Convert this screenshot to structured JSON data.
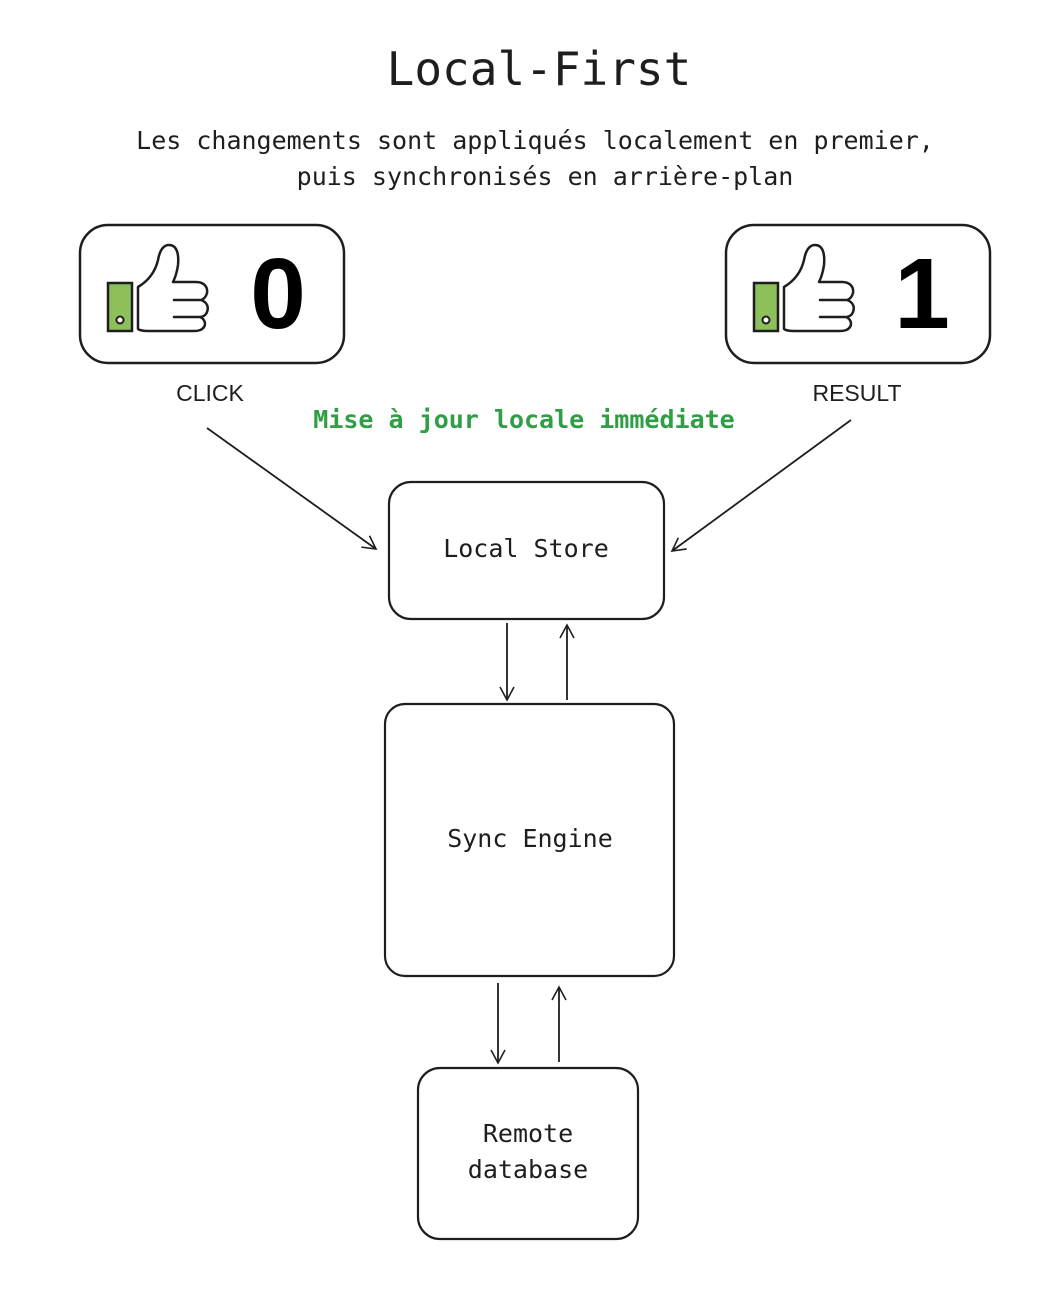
{
  "title": "Local-First",
  "subtitle": {
    "line1": "Les changements sont appliqués localement en premier,",
    "line2": "puis synchronisés en arrière-plan"
  },
  "like_before": {
    "count": "0",
    "caption": "CLICK",
    "icon": "thumbs-up-icon"
  },
  "like_after": {
    "count": "1",
    "caption": "RESULT",
    "icon": "thumbs-up-icon"
  },
  "annotation": "Mise à jour locale immédiate",
  "nodes": {
    "local_store": "Local Store",
    "sync_engine": "Sync Engine",
    "remote_db_line1": "Remote",
    "remote_db_line2": "database"
  },
  "colors": {
    "ink": "#1e1e1e",
    "annotation_green": "#2f9e44",
    "thumb_cuff": "#8dbf5a",
    "background": "#ffffff"
  }
}
